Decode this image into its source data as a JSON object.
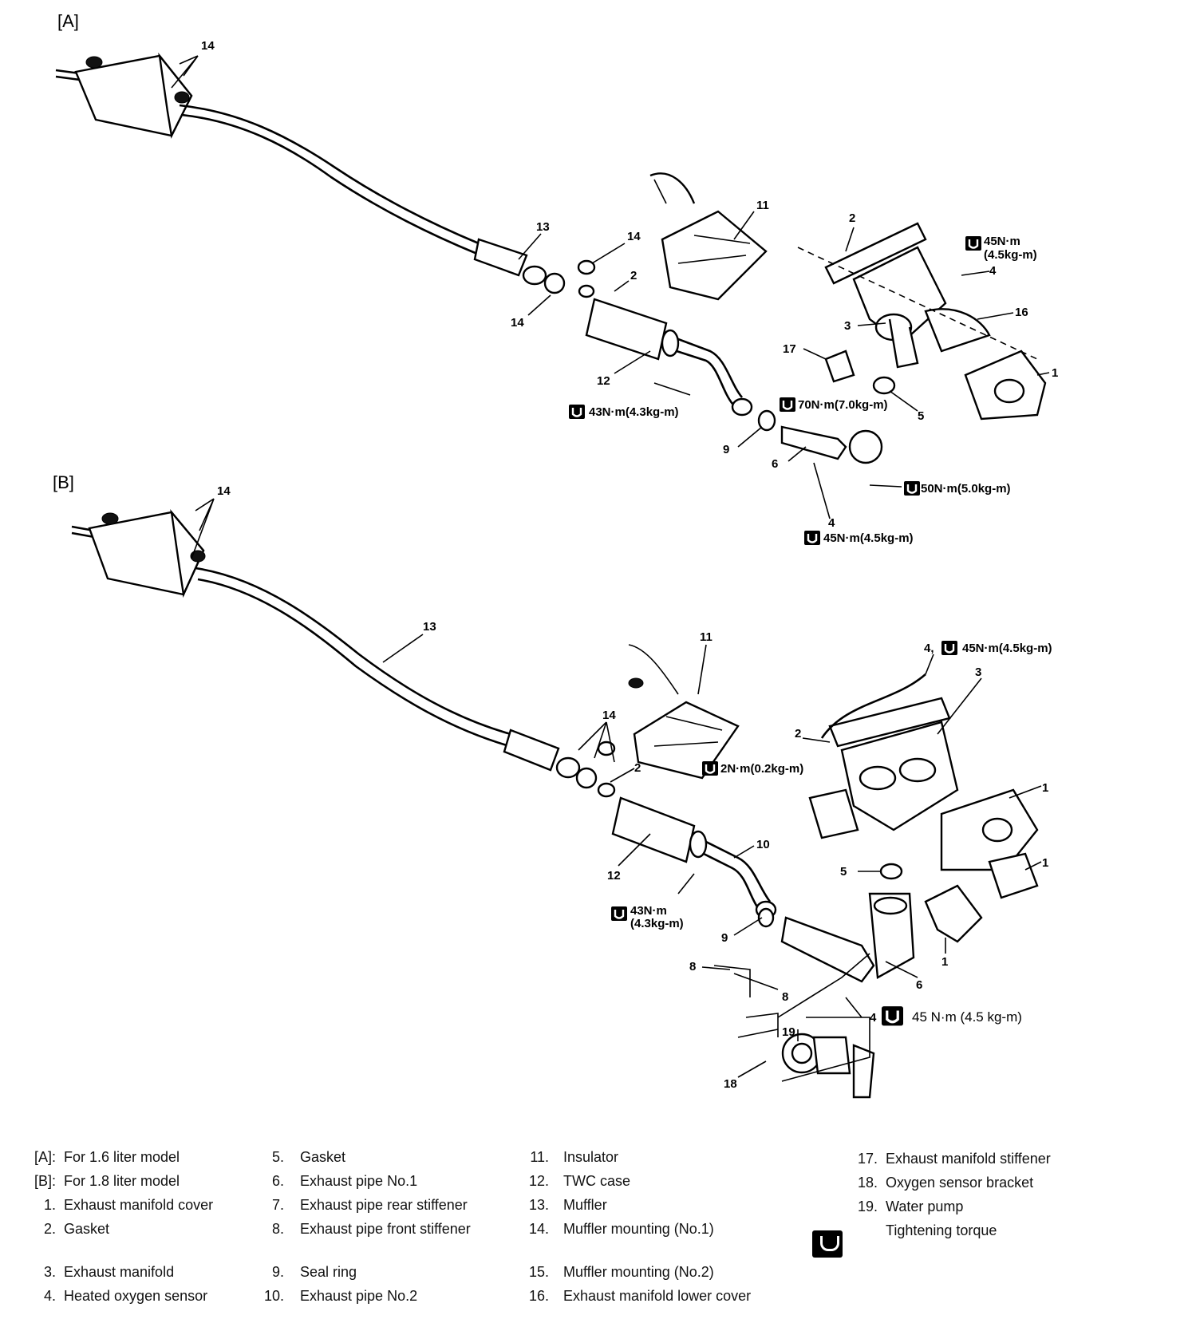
{
  "sections": {
    "a": "[A]",
    "b": "[B]"
  },
  "section_a": {
    "labels": {
      "l14_top": "14",
      "l13": "13",
      "l14_right": "14",
      "l14_bottom": "14",
      "l2": "2",
      "l11": "11",
      "l12": "12",
      "l9": "9",
      "l6": "6",
      "l4_bottom": "4",
      "l2_manifold": "2",
      "l4_manifold": "4",
      "l16": "16",
      "l3": "3",
      "l17": "17",
      "l5": "5",
      "l1": "1"
    },
    "torques": {
      "t_manifold_a": "45N·m",
      "t_manifold_b": "(4.5kg-m)",
      "t_pipe2": "43N·m(4.3kg-m)",
      "t_stiffener": "70N·m(7.0kg-m)",
      "t_pipe1": "50N·m(5.0kg-m)",
      "t_sensor": "45N·m(4.5kg-m)"
    }
  },
  "section_b": {
    "labels": {
      "l14_top": "14",
      "l13": "13",
      "l11": "11",
      "l14_mid": "14",
      "l2": "2",
      "l12": "12",
      "l10": "10",
      "l9": "9",
      "l8_a": "8",
      "l8_b": "8",
      "l19": "19",
      "l18": "18",
      "l4": "4",
      "l6": "6",
      "l5": "5",
      "l1_a": "1",
      "l1_b": "1",
      "l1_c": "1",
      "l2_manifold": "2",
      "l3": "3",
      "l4_top": "4,"
    },
    "torques": {
      "t_sensor_top": "45N·m(4.5kg-m)",
      "t_insulator": "2N·m(0.2kg-m)",
      "t_pipe2_a": "43N·m",
      "t_pipe2_b": "(4.3kg-m)",
      "t_sensor_bottom": "45 N·m (4.5 kg-m)"
    }
  },
  "legend": {
    "col1": [
      {
        "num": "[A]:",
        "text": "For 1.6 liter model"
      },
      {
        "num": "[B]:",
        "text": "For 1.8 liter model"
      },
      {
        "num": "1.",
        "text": "Exhaust manifold cover"
      },
      {
        "num": "2.",
        "text": "Gasket"
      },
      {
        "num": "3.",
        "text": "Exhaust manifold"
      },
      {
        "num": "4.",
        "text": "Heated oxygen sensor"
      }
    ],
    "col2": [
      {
        "num": "5.",
        "text": "Gasket"
      },
      {
        "num": "6.",
        "text": "Exhaust pipe No.1"
      },
      {
        "num": "7.",
        "text": "Exhaust pipe rear stiffener"
      },
      {
        "num": "8.",
        "text": "Exhaust pipe front stiffener"
      },
      {
        "num": "9.",
        "text": "Seal ring"
      },
      {
        "num": "10.",
        "text": "Exhaust pipe No.2"
      }
    ],
    "col3": [
      {
        "num": "11.",
        "text": "Insulator"
      },
      {
        "num": "12.",
        "text": "TWC case"
      },
      {
        "num": "13.",
        "text": "Muffler"
      },
      {
        "num": "14.",
        "text": "Muffler mounting (No.1)"
      },
      {
        "num": "15.",
        "text": "Muffler mounting (No.2)"
      },
      {
        "num": "16.",
        "text": "Exhaust manifold lower cover"
      }
    ],
    "col4": [
      {
        "num": "17.",
        "text": "Exhaust manifold stiffener"
      },
      {
        "num": "18.",
        "text": "Oxygen sensor bracket"
      },
      {
        "num": "19.",
        "text": "Water pump"
      },
      {
        "num": "",
        "text": "Tightening torque"
      }
    ],
    "torque_icon": "torque-wrench-icon"
  }
}
